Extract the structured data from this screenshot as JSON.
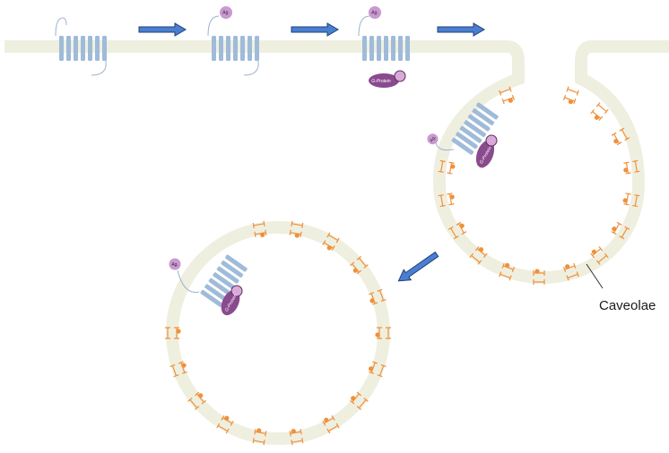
{
  "labels": {
    "caveolae": "Caveolae",
    "agonist": "Ag.",
    "g_protein": "G-Protein"
  },
  "colors": {
    "membrane": "#efefe0",
    "receptor": "#9fbbd9",
    "arrow": "#4a7fd0",
    "arrow_outline": "#1f3f7a",
    "agonist": "#c99ad0",
    "g_protein": "#8a4a8e",
    "caveolin": "#f0903a"
  },
  "icons": {
    "receptor": "gpcr-seven-helix-icon",
    "agonist": "agonist-ligand-icon",
    "g_protein": "g-protein-icon",
    "caveolin": "caveolin-marker-icon",
    "step_arrow": "process-arrow-icon"
  }
}
